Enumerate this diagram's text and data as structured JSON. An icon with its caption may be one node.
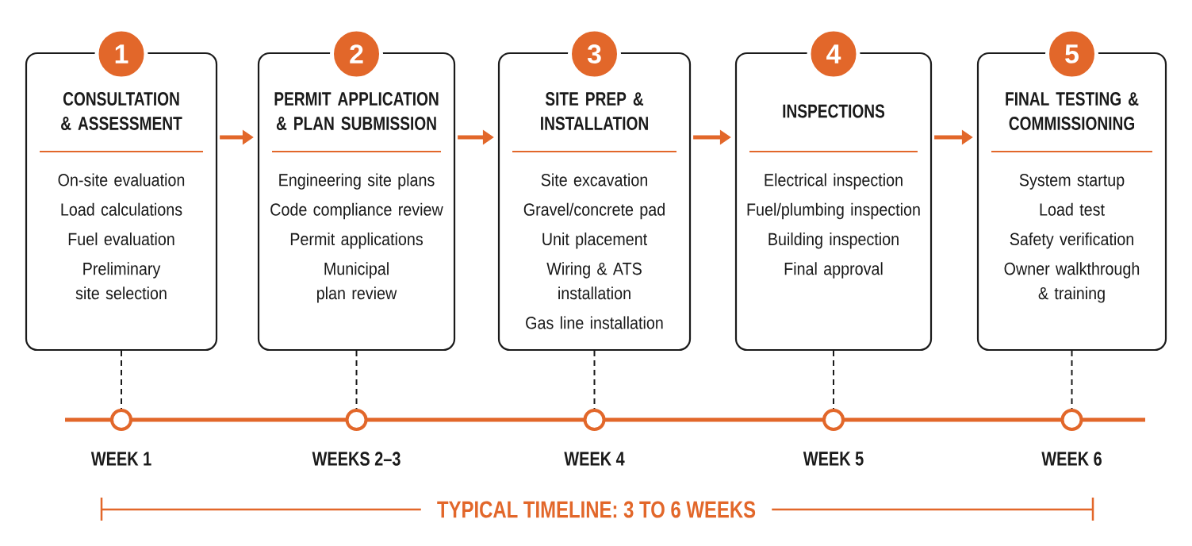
{
  "diagram": {
    "nodes": [
      {
        "text": [
          "1",
          "CONSULTATION & ASSESSMENT",
          "On-site evaluation",
          "Load calculations",
          "Fuel evaluation",
          "Preliminary site selection"
        ]
      },
      {
        "text": [
          "2",
          "PERMIT APPLICATION & PLAN SUBMISSION",
          "Engineering site plans",
          "Code compliance review",
          "Permit applications",
          "Municipal plan review"
        ]
      },
      {
        "text": [
          "3",
          "SITE PREP & INSTALLATION",
          "Site excavation",
          "Gravel/concrete pad",
          "Unit placement",
          "Wiring & ATS installation",
          "Gas line installation"
        ]
      },
      {
        "text": [
          "4",
          "INSPECTIONS",
          "Electrical inspection",
          "Fuel/plumbing inspection",
          "Building inspection",
          "Final approval"
        ]
      },
      {
        "text": [
          "5",
          "FINAL TESTING & COMMISSIONING",
          "System startup",
          "Load test",
          "Safety verification",
          "Owner walkthrough & training"
        ]
      },
      {
        "text": [],
        "shape": "circle",
        "beside": [
          "WEEK 1"
        ]
      },
      {
        "text": [],
        "shape": "circle",
        "beside": [
          "WEEKS 2–3"
        ]
      },
      {
        "text": [],
        "shape": "circle",
        "beside": [
          "WEEK 4"
        ]
      },
      {
        "text": [],
        "shape": "circle",
        "beside": [
          "WEEK 5"
        ]
      },
      {
        "text": [],
        "shape": "circle",
        "beside": [
          "WEEK 6"
        ]
      }
    ],
    "edges": [
      {
        "from": 0,
        "to": 1,
        "arrow": "to",
        "style": "thick",
        "color": "#e2672a"
      },
      {
        "from": 1,
        "to": 2,
        "arrow": "to",
        "style": "thick",
        "color": "#e2672a"
      },
      {
        "from": 2,
        "to": 3,
        "arrow": "to",
        "style": "thick",
        "color": "#e2672a"
      },
      {
        "from": 3,
        "to": 4,
        "arrow": "to",
        "style": "thick",
        "color": "#e2672a"
      },
      {
        "from": 0,
        "to": 5,
        "arrow": "none",
        "style": "dashed"
      },
      {
        "from": 1,
        "to": 6,
        "arrow": "none",
        "style": "dashed"
      },
      {
        "from": 2,
        "to": 7,
        "arrow": "none",
        "style": "dashed"
      },
      {
        "from": 3,
        "to": 8,
        "arrow": "none",
        "style": "dashed"
      },
      {
        "from": 4,
        "to": 9,
        "arrow": "none",
        "style": "dashed"
      }
    ],
    "labels": [
      "TYPICAL TIMELINE: 3 TO 6 WEEKS"
    ]
  }
}
